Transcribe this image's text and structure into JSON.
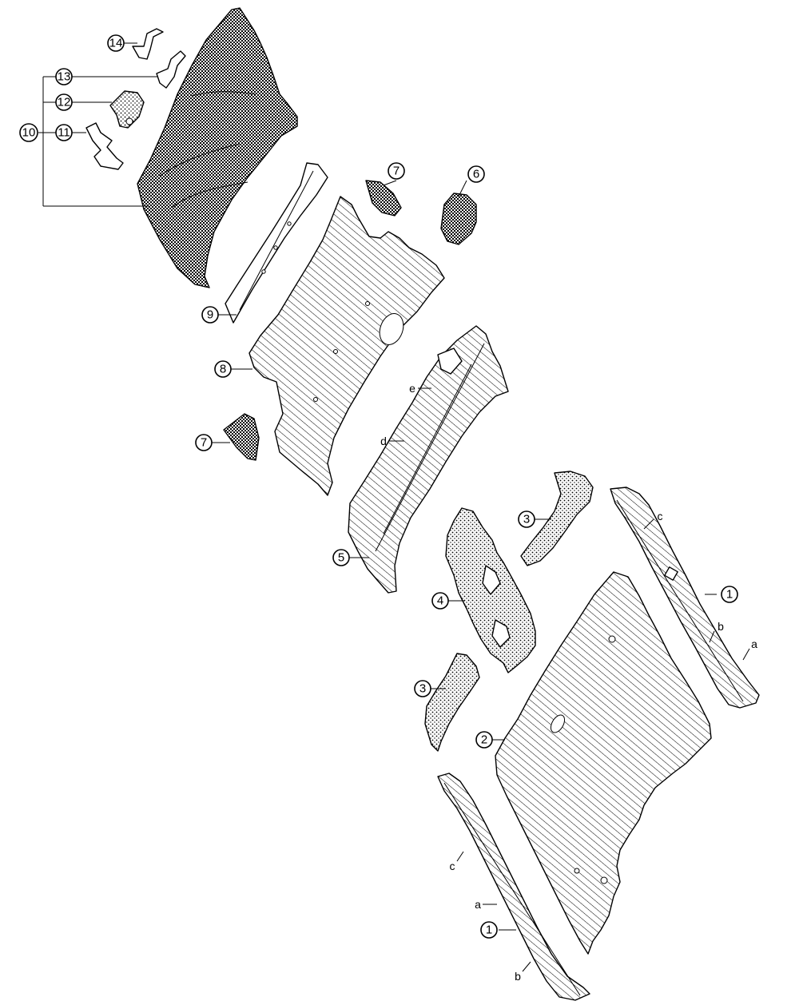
{
  "callouts": [
    {
      "id": "c14",
      "label": "14"
    },
    {
      "id": "c13",
      "label": "13"
    },
    {
      "id": "c12",
      "label": "12"
    },
    {
      "id": "c11",
      "label": "11"
    },
    {
      "id": "c10",
      "label": "10"
    },
    {
      "id": "c9",
      "label": "9"
    },
    {
      "id": "c8",
      "label": "8"
    },
    {
      "id": "c7a",
      "label": "7"
    },
    {
      "id": "c7b",
      "label": "7"
    },
    {
      "id": "c6",
      "label": "6"
    },
    {
      "id": "c5",
      "label": "5"
    },
    {
      "id": "c4",
      "label": "4"
    },
    {
      "id": "c3a",
      "label": "3"
    },
    {
      "id": "c3b",
      "label": "3"
    },
    {
      "id": "c2",
      "label": "2"
    },
    {
      "id": "c1a",
      "label": "1"
    },
    {
      "id": "c1b",
      "label": "1"
    }
  ],
  "arrow_labels": {
    "a_right": "a",
    "b_right": "b",
    "c_right": "c",
    "d_center": "d",
    "e_center": "e",
    "c_left": "c",
    "a_left": "a",
    "b_left": "b"
  },
  "colors": {
    "line": "#000000",
    "background": "#ffffff"
  }
}
